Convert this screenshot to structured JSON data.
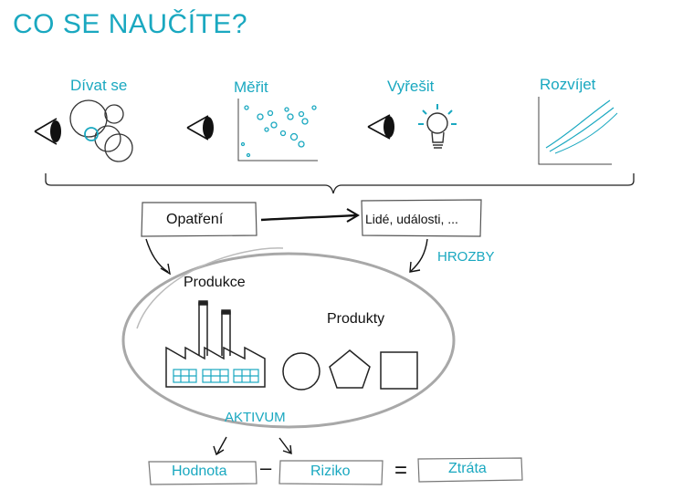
{
  "title": "CO SE NAUČÍTE?",
  "stages": [
    {
      "label": "Dívat se"
    },
    {
      "label": "Měřit"
    },
    {
      "label": "Vyřešit"
    },
    {
      "label": "Rozvíjet"
    }
  ],
  "nodes": {
    "measures": "Opatření",
    "people_events": "Lidé, události, ...",
    "threats": "HROZBY",
    "production": "Produkce",
    "products": "Produkty",
    "asset": "AKTIVUM"
  },
  "equation": {
    "value": "Hodnota",
    "minus": "–",
    "risk": "Riziko",
    "equals": "=",
    "loss": "Ztráta"
  },
  "colors": {
    "accent": "#1aa8c0",
    "ink": "#111111",
    "grey": "#a0a0a0"
  }
}
